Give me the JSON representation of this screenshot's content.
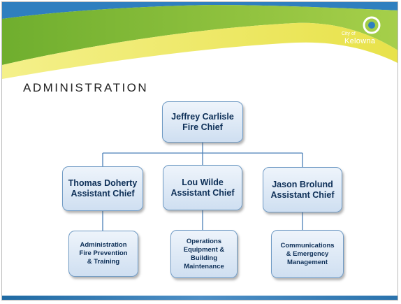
{
  "logo": {
    "small_text": "City of",
    "word": "Kelowna"
  },
  "slide": {
    "title": "ADMINISTRATION"
  },
  "org_chart": {
    "chief": {
      "name": "Jeffrey Carlisle",
      "role": "Fire Chief"
    },
    "assistants": [
      {
        "name": "Thomas Doherty",
        "role": "Assistant Chief"
      },
      {
        "name": "Lou Wilde",
        "role": "Assistant Chief"
      },
      {
        "name": "Jason Brolund",
        "role": "Assistant Chief"
      }
    ],
    "departments": [
      {
        "lines": [
          "Administration",
          "Fire Prevention",
          "& Training"
        ]
      },
      {
        "lines": [
          "Operations",
          "Equipment &",
          "Building",
          "Maintenance"
        ]
      },
      {
        "lines": [
          "Communications",
          "& Emergency",
          "Management"
        ]
      }
    ]
  },
  "colors": {
    "banner_green": "#8bbf3a",
    "banner_yellow": "#e8e24a",
    "banner_blue": "#2f7fbf",
    "box_border": "#6f9ac4",
    "box_text": "#0d2f57",
    "connector": "#4a7fb6"
  }
}
